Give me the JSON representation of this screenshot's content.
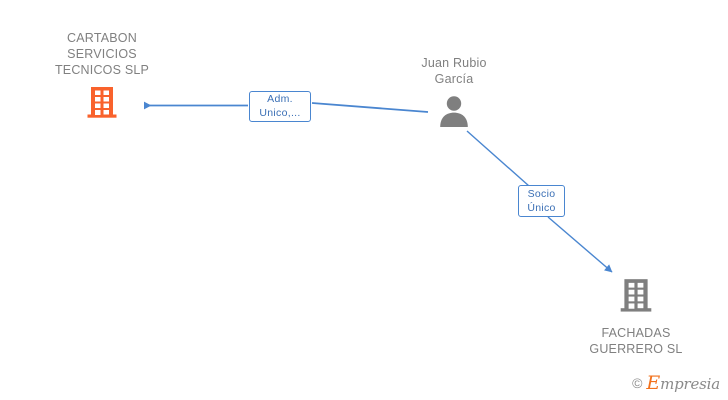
{
  "graph": {
    "background_color": "#ffffff",
    "nodes": [
      {
        "id": "cartabon",
        "label": "CARTABON\nSERVICIOS\nTECNICOS SLP",
        "icon": "company-building-icon",
        "icon_color": "#f9622c",
        "label_color": "#808080",
        "type": "company"
      },
      {
        "id": "juan",
        "label": "Juan Rubio\nGarcía",
        "icon": "person-avatar-icon",
        "icon_color": "#7f7f7f",
        "label_color": "#808080",
        "type": "person"
      },
      {
        "id": "fachadas",
        "label": "FACHADAS\nGUERRERO  SL",
        "icon": "company-building-icon",
        "icon_color": "#7f7f7f",
        "label_color": "#808080",
        "type": "company"
      }
    ],
    "edges": [
      {
        "id": "adm",
        "from": "juan",
        "to": "cartabon",
        "label": "Adm.\nUnico,...",
        "color": "#4a86d0"
      },
      {
        "id": "socio",
        "from": "juan",
        "to": "fachadas",
        "label": "Socio\nÚnico",
        "color": "#4a86d0"
      }
    ]
  },
  "watermark": {
    "copyright": "©",
    "brand_initial": "E",
    "brand_rest": "mpresia",
    "accent_color": "#f2711c"
  }
}
